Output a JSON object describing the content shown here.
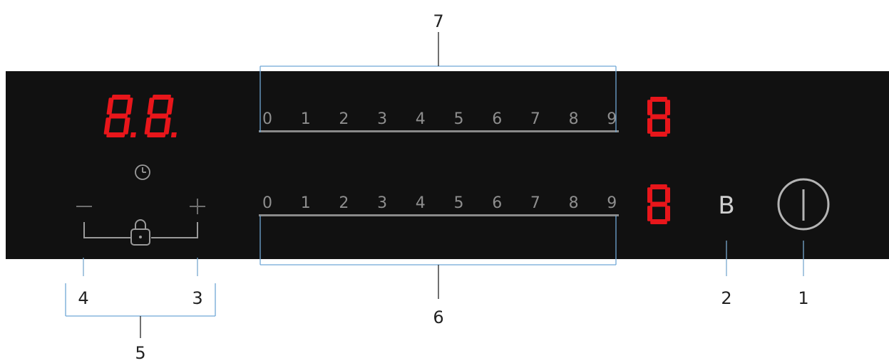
{
  "callouts": {
    "c1": "1",
    "c2": "2",
    "c3": "3",
    "c4": "4",
    "c5": "5",
    "c6": "6",
    "c7": "7"
  },
  "slider_scale": [
    "0",
    "1",
    "2",
    "3",
    "4",
    "5",
    "6",
    "7",
    "8",
    "9"
  ],
  "timer_display": "8.8.",
  "zone_displays": {
    "upper": "8",
    "lower": "8"
  },
  "boost_label": "B",
  "icons": {
    "timer": "clock-icon",
    "lock": "lock-icon",
    "minus": "minus-icon",
    "plus": "plus-icon",
    "power": "power-icon"
  },
  "colors": {
    "panel": "#111111",
    "display_red": "#e8161b",
    "control_grey": "#8a8a8a",
    "callout_line": "#6fa8d6"
  }
}
